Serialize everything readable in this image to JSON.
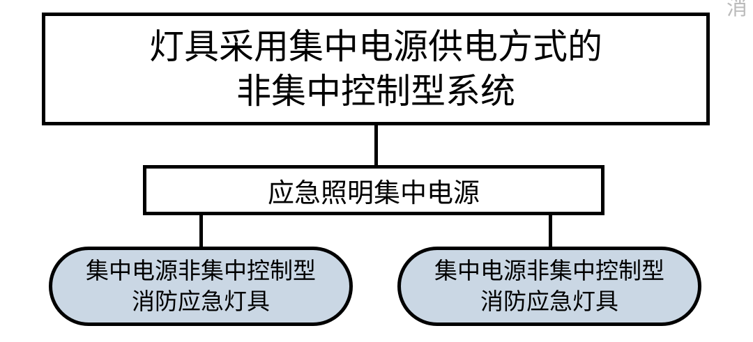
{
  "watermark": "消",
  "top_box": {
    "line1": "灯具采用集中电源供电方式的",
    "line2": "非集中控制型系统"
  },
  "middle_box": {
    "label": "应急照明集中电源"
  },
  "leaf_boxes": [
    {
      "line1": "集中电源非集中控制型",
      "line2": "消防应急灯具"
    },
    {
      "line1": "集中电源非集中控制型",
      "line2": "消防应急灯具"
    }
  ],
  "colors": {
    "leaf_fill": "#cad7e4",
    "stroke": "#000000"
  }
}
